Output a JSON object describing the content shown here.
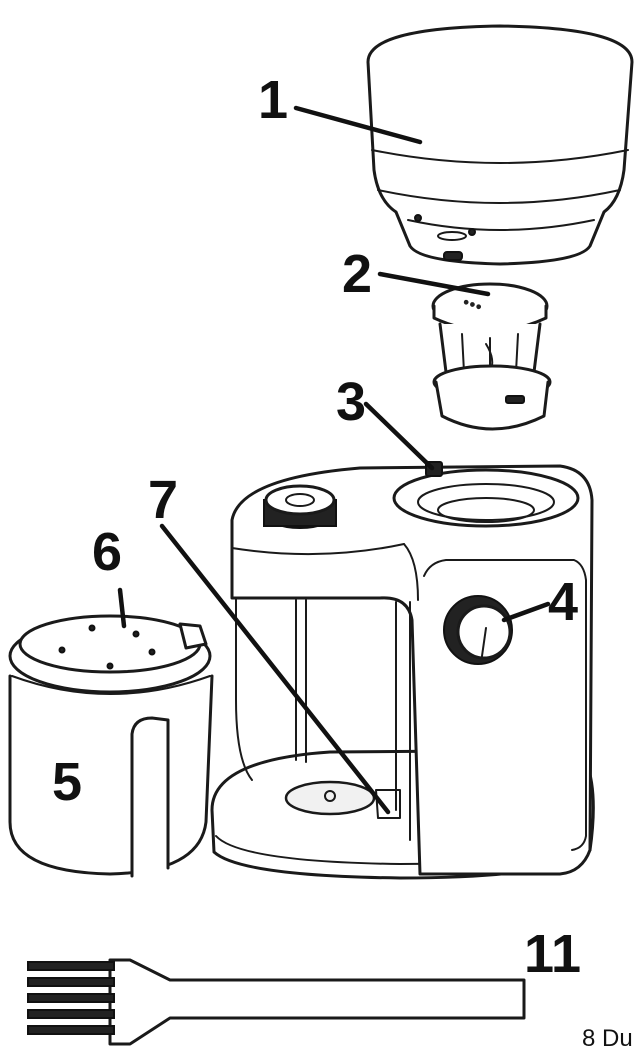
{
  "labels": {
    "hopper": "1",
    "burr_insert": "2",
    "lock_tab": "3",
    "dial": "4",
    "container": "5",
    "container_lid": "6",
    "chute": "7",
    "brush": "11",
    "cropped_text": "8 Du"
  },
  "colors": {
    "ink": "#111111",
    "background": "#ffffff"
  }
}
